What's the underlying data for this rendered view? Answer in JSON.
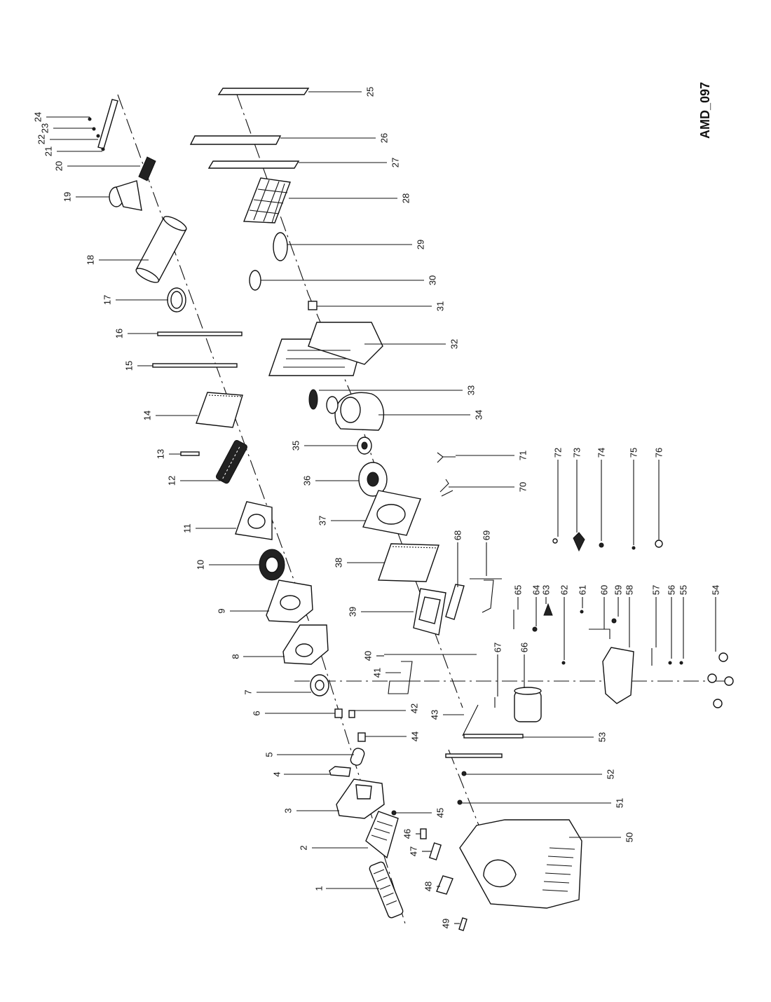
{
  "diagram": {
    "code": "AMD_097",
    "parts": [
      {
        "number": "1"
      },
      {
        "number": "2"
      },
      {
        "number": "3"
      },
      {
        "number": "4"
      },
      {
        "number": "5"
      },
      {
        "number": "6"
      },
      {
        "number": "7"
      },
      {
        "number": "8"
      },
      {
        "number": "9"
      },
      {
        "number": "10"
      },
      {
        "number": "11"
      },
      {
        "number": "12"
      },
      {
        "number": "13"
      },
      {
        "number": "14"
      },
      {
        "number": "15"
      },
      {
        "number": "16"
      },
      {
        "number": "17"
      },
      {
        "number": "18"
      },
      {
        "number": "19"
      },
      {
        "number": "20"
      },
      {
        "number": "21"
      },
      {
        "number": "22"
      },
      {
        "number": "23"
      },
      {
        "number": "24"
      },
      {
        "number": "25"
      },
      {
        "number": "26"
      },
      {
        "number": "27"
      },
      {
        "number": "28"
      },
      {
        "number": "29"
      },
      {
        "number": "30"
      },
      {
        "number": "31"
      },
      {
        "number": "32"
      },
      {
        "number": "33"
      },
      {
        "number": "34"
      },
      {
        "number": "35"
      },
      {
        "number": "36"
      },
      {
        "number": "37"
      },
      {
        "number": "38"
      },
      {
        "number": "39"
      },
      {
        "number": "40"
      },
      {
        "number": "41"
      },
      {
        "number": "42"
      },
      {
        "number": "43"
      },
      {
        "number": "44"
      },
      {
        "number": "45"
      },
      {
        "number": "46"
      },
      {
        "number": "47"
      },
      {
        "number": "48"
      },
      {
        "number": "49"
      },
      {
        "number": "50"
      },
      {
        "number": "51"
      },
      {
        "number": "52"
      },
      {
        "number": "53"
      },
      {
        "number": "54"
      },
      {
        "number": "55"
      },
      {
        "number": "56"
      },
      {
        "number": "57"
      },
      {
        "number": "58"
      },
      {
        "number": "59"
      },
      {
        "number": "60"
      },
      {
        "number": "61"
      },
      {
        "number": "62"
      },
      {
        "number": "63"
      },
      {
        "number": "64"
      },
      {
        "number": "65"
      },
      {
        "number": "66"
      },
      {
        "number": "67"
      },
      {
        "number": "68"
      },
      {
        "number": "69"
      },
      {
        "number": "70"
      },
      {
        "number": "71"
      },
      {
        "number": "72"
      },
      {
        "number": "73"
      },
      {
        "number": "74"
      },
      {
        "number": "75"
      },
      {
        "number": "76"
      }
    ]
  }
}
